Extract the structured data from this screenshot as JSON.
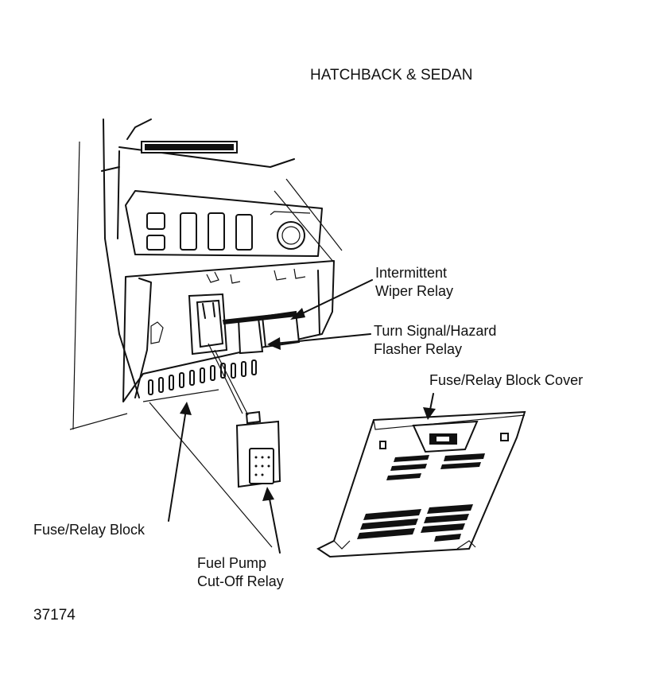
{
  "diagram": {
    "title": "HATCHBACK & SEDAN",
    "figure_number": "37174",
    "labels": {
      "intermittent_wiper_line1": "Intermittent",
      "intermittent_wiper_line2": "Wiper Relay",
      "turn_signal_line1": "Turn Signal/Hazard",
      "turn_signal_line2": "Flasher Relay",
      "block_cover": "Fuse/Relay Block Cover",
      "fuse_relay_block": "Fuse/Relay Block",
      "fuel_pump_line1": "Fuel Pump",
      "fuel_pump_line2": "Cut-Off Relay"
    }
  }
}
